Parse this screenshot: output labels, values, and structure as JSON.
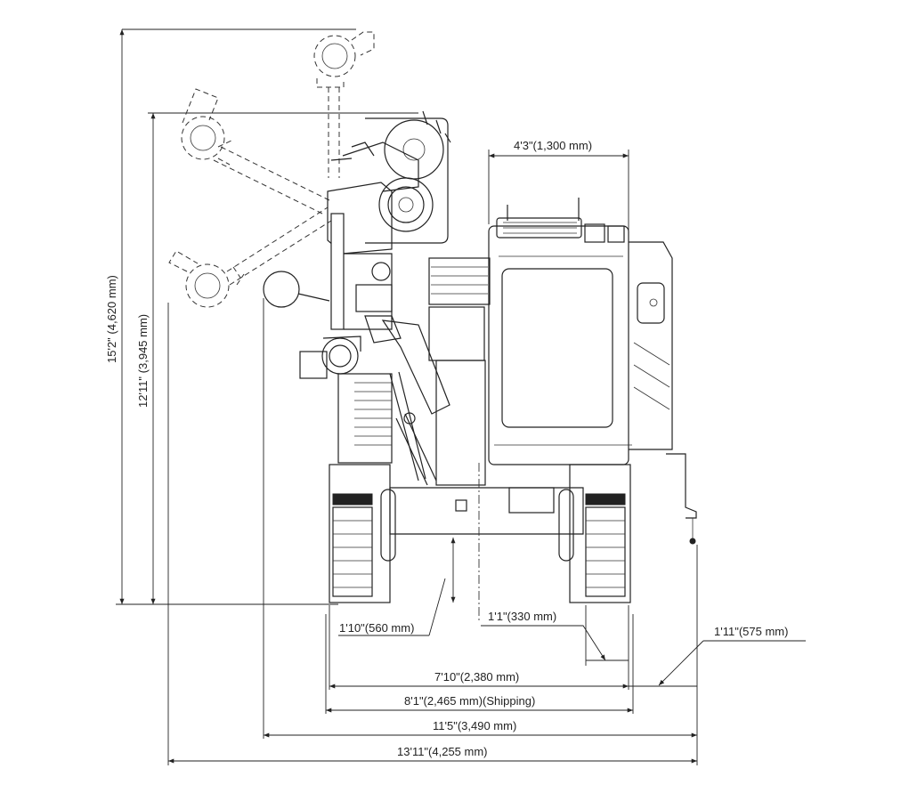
{
  "dimensions": {
    "overall_height_raised": "15'2\" (4,620 mm)",
    "operating_height": "12'11\" (3,945 mm)",
    "cab_width": "4'3\"(1,300 mm)",
    "ground_clearance": "1'10\"(560 mm)",
    "track_width": "1'1\"(330 mm)",
    "outrigger_offset": "1'11\"(575 mm)",
    "track_gauge_width": "7'10\"(2,380 mm)",
    "shipping_width": "8'1\"(2,465 mm)(Shipping)",
    "counterweight_width": "11'5\"(3,490 mm)",
    "max_width": "13'11\"(4,255 mm)"
  }
}
